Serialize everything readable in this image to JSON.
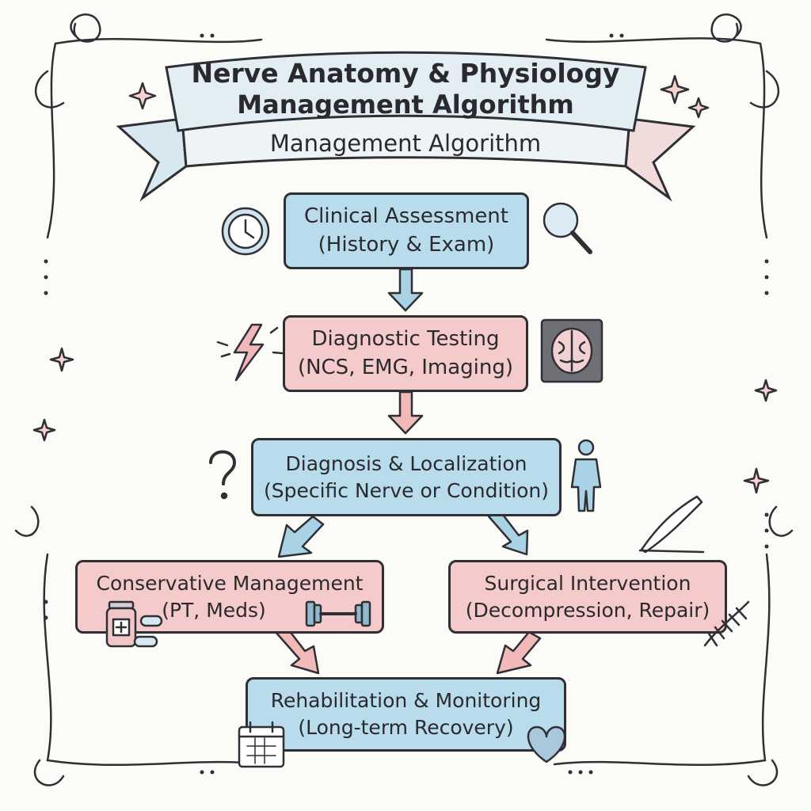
{
  "title": {
    "line1": "Nerve Anatomy & Physiology",
    "line2": "Management Algorithm",
    "line3": "Management Algorithm"
  },
  "steps": {
    "clinical_assessment": {
      "label": "Clinical Assessment",
      "detail": "(History & Exam)",
      "color": "#b9dcec"
    },
    "diagnostic_testing": {
      "label": "Diagnostic Testing",
      "detail": "(NCS, EMG, Imaging)",
      "color": "#f5caca"
    },
    "diagnosis_localization": {
      "label": "Diagnosis & Localization",
      "detail": "(Specific Nerve or Condition)",
      "color": "#b9dcec"
    },
    "conservative_management": {
      "label": "Conservative Management",
      "detail": "(PT, Meds)",
      "color": "#f5caca"
    },
    "surgical_intervention": {
      "label": "Surgical Intervention",
      "detail": "(Decompression, Repair)",
      "color": "#f5caca"
    },
    "rehabilitation_monitoring": {
      "label": "Rehabilitation & Monitoring",
      "detail": "(Long-term Recovery)",
      "color": "#b9dcec"
    }
  },
  "icons": [
    "clock-icon",
    "magnifier-icon",
    "lightning-icon",
    "brain-scan-icon",
    "question-icon",
    "person-icon",
    "scalpel-icon",
    "medicine-bottle-icon",
    "pills-icon",
    "dumbbell-icon",
    "stitches-icon",
    "calendar-icon",
    "heart-icon",
    "sparkle-icon"
  ]
}
